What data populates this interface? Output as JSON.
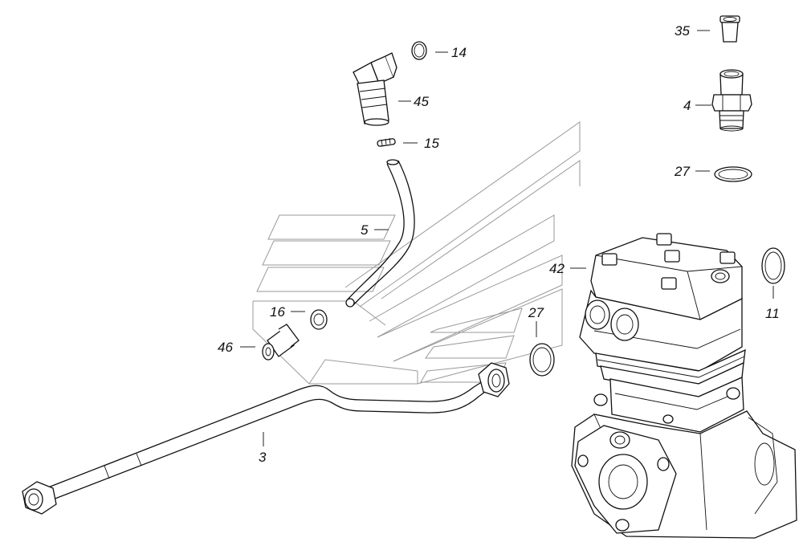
{
  "labels": {
    "p3": "3",
    "p4": "4",
    "p5": "5",
    "p11": "11",
    "p14": "14",
    "p15": "15",
    "p16": "16",
    "p27a": "27",
    "p27b": "27",
    "p35": "35",
    "p42": "42",
    "p45": "45",
    "p46": "46"
  }
}
